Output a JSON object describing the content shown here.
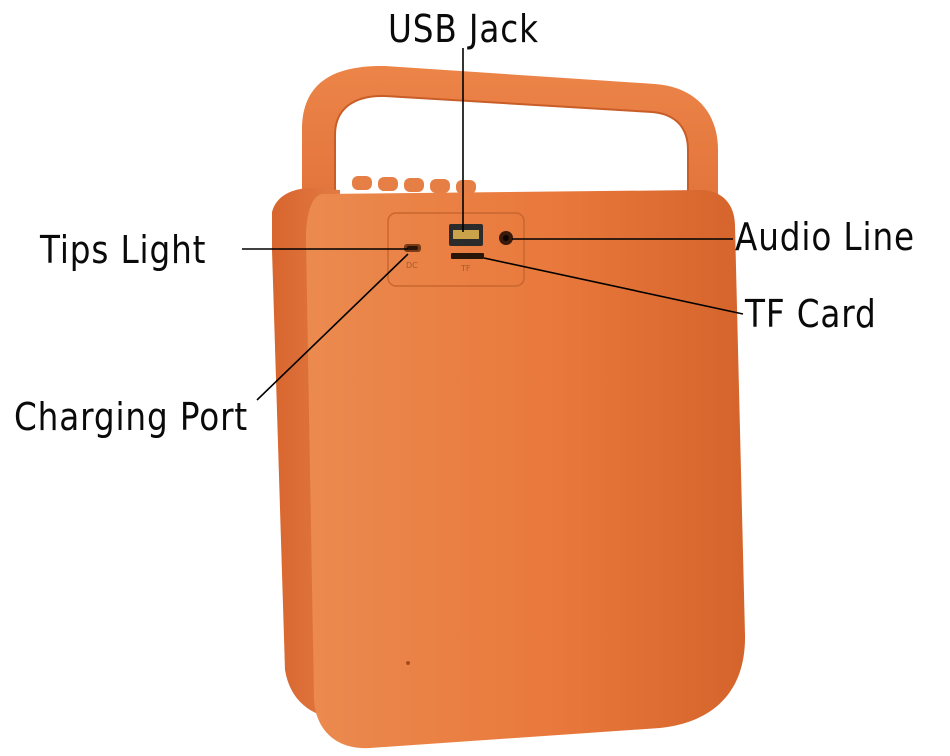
{
  "callouts": {
    "usb_jack": "USB Jack",
    "audio_line": "Audio Line",
    "tips_light": "Tips Light",
    "tf_card": "TF Card",
    "charging_port": "Charging Port"
  },
  "panel_marks": {
    "dc": "DC",
    "tf": "TF"
  },
  "colors": {
    "body": "#e87a3d",
    "leader_line": "#000000"
  }
}
